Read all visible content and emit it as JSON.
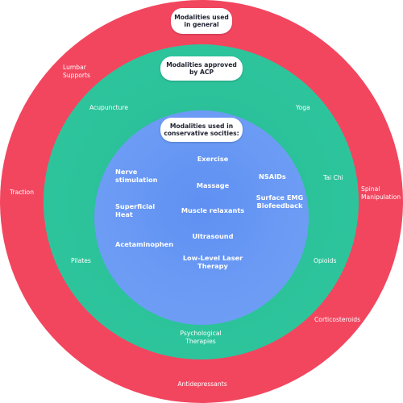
{
  "colors": {
    "outer_ring": "#f2465f",
    "middle_ring": "#2fc79e",
    "inner_circle": "#6d9df4",
    "pill_bg": "#ffffff",
    "pill_text": "#1e2230",
    "label_text": "#ffffff"
  },
  "headers": {
    "outer": "Modalities used\nin general",
    "middle": "Modalities approved\nby ACP",
    "inner": "Modalities used in\nconservative socities:"
  },
  "outer_items": {
    "lumbar_supports": "Lumbar\nSupports",
    "traction": "Traction",
    "spinal_manipulation": "Spinal\nManipulation",
    "corticosteroids": "Corticosteroids",
    "antidepressants": "Antidepressants"
  },
  "middle_items": {
    "acupuncture": "Acupuncture",
    "yoga": "Yoga",
    "tai_chi": "Tai Chi",
    "pilates": "Pilates",
    "opioids": "Opioids",
    "psychological_therapies": "Psychological\nTherapies"
  },
  "inner_items": {
    "exercise": "Exercise",
    "nerve_stimulation": "Nerve\nstimulation",
    "nsaids": "NSAIDs",
    "massage": "Massage",
    "surface_emg": "Surface EMG\nBiofeedback",
    "superficial_heat": "Superficial\nHeat",
    "muscle_relaxants": "Muscle relaxants",
    "ultrasound": "Ultrasound",
    "acetaminophen": "Acetaminophen",
    "low_level_laser": "Low-Level Laser\nTherapy"
  }
}
